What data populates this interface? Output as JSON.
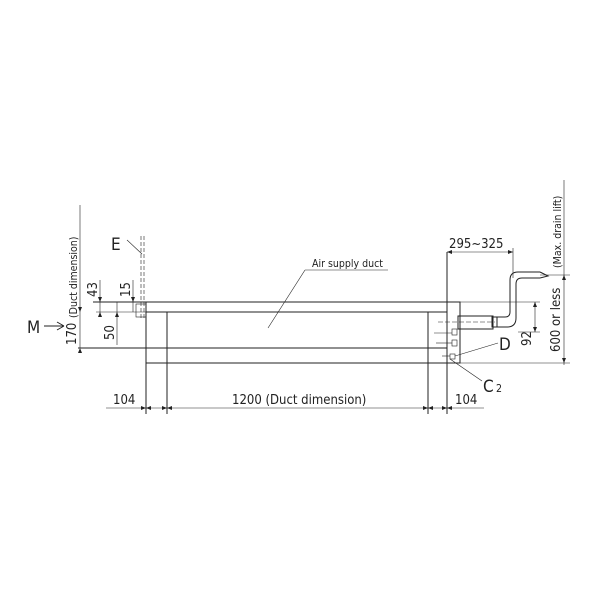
{
  "drawing": {
    "labels": {
      "air_supply_duct": "Air supply duct",
      "duct_dimension_length": "1200 (Duct dimension)",
      "left_offset": "104",
      "right_offset": "104",
      "duct_height": "170",
      "duct_height_note": "(Duct dimension)",
      "dim_43": "43",
      "dim_15": "15",
      "dim_50": "50",
      "drain_range": "295~325",
      "drain_lift": "600 or less",
      "drain_lift_note": "(Max. drain lift)",
      "dim_92": "92",
      "marker_m": "M",
      "marker_e": "E",
      "marker_d": "D",
      "marker_c": "C",
      "marker_c_sub": "2"
    }
  }
}
